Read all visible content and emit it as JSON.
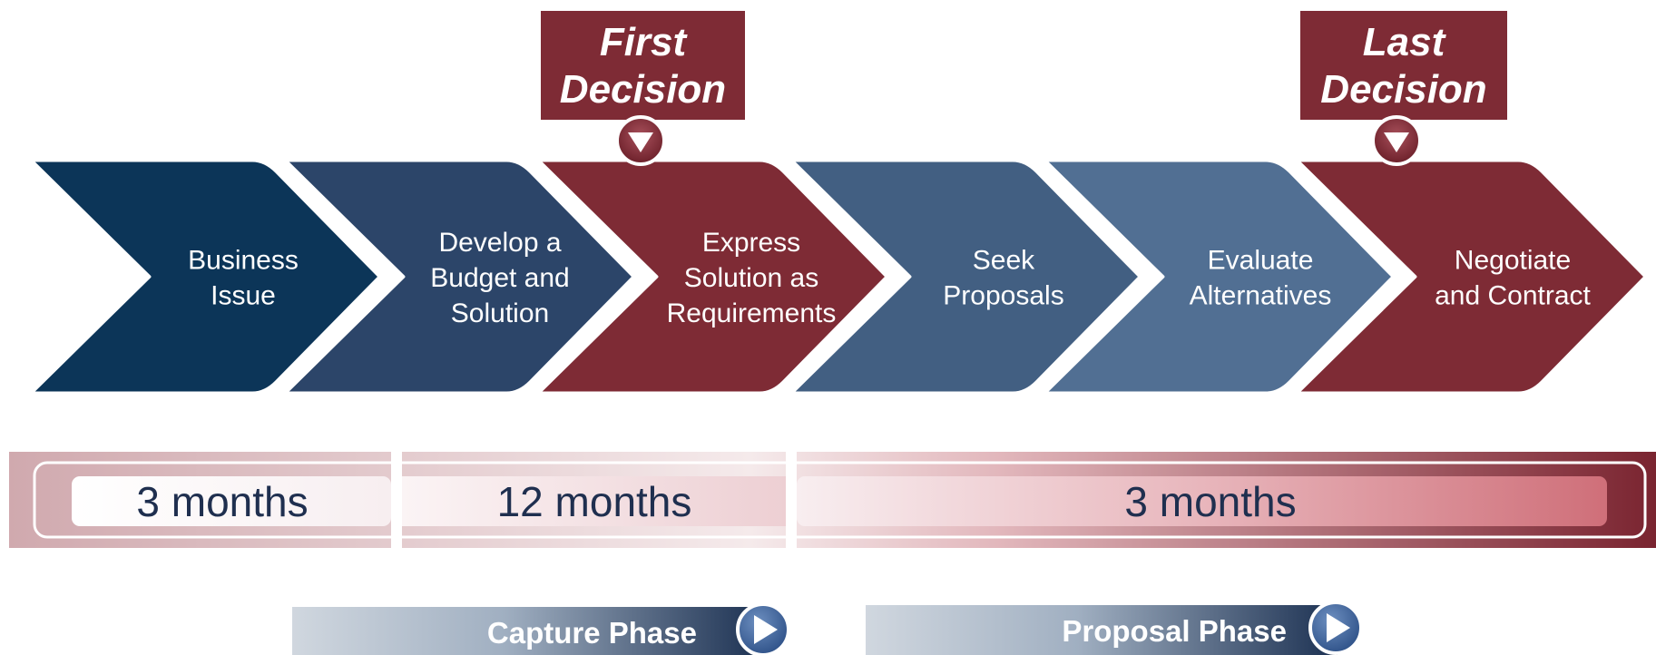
{
  "colors": {
    "navy_dark": "#0c3558",
    "navy": "#2c4569",
    "maroon": "#7e2b35",
    "steel": "#425f82",
    "steel_light": "#516f93",
    "duration_text": "#1f2f4f"
  },
  "steps": [
    {
      "id": "business-issue",
      "lines": [
        "Business",
        "Issue"
      ]
    },
    {
      "id": "develop-budget",
      "lines": [
        "Develop a",
        "Budget and",
        "Solution"
      ]
    },
    {
      "id": "express-solution",
      "lines": [
        "Express",
        "Solution as",
        "Requirements"
      ]
    },
    {
      "id": "seek-proposals",
      "lines": [
        "Seek",
        "Proposals"
      ]
    },
    {
      "id": "evaluate-alternatives",
      "lines": [
        "Evaluate",
        "Alternatives"
      ]
    },
    {
      "id": "negotiate-contract",
      "lines": [
        "Negotiate",
        "and Contract"
      ]
    }
  ],
  "decisions": [
    {
      "id": "first-decision",
      "lines": [
        "First",
        "Decision"
      ],
      "marker_icon": "down-triangle-icon"
    },
    {
      "id": "last-decision",
      "lines": [
        "Last",
        "Decision"
      ],
      "marker_icon": "down-triangle-icon"
    }
  ],
  "durations": [
    {
      "id": "duration-1",
      "label": "3 months"
    },
    {
      "id": "duration-2",
      "label": "12 months"
    },
    {
      "id": "duration-3",
      "label": "3 months"
    }
  ],
  "phases": [
    {
      "id": "capture-phase",
      "label": "Capture Phase",
      "icon": "play-icon"
    },
    {
      "id": "proposal-phase",
      "label": "Proposal Phase",
      "icon": "play-icon"
    }
  ]
}
